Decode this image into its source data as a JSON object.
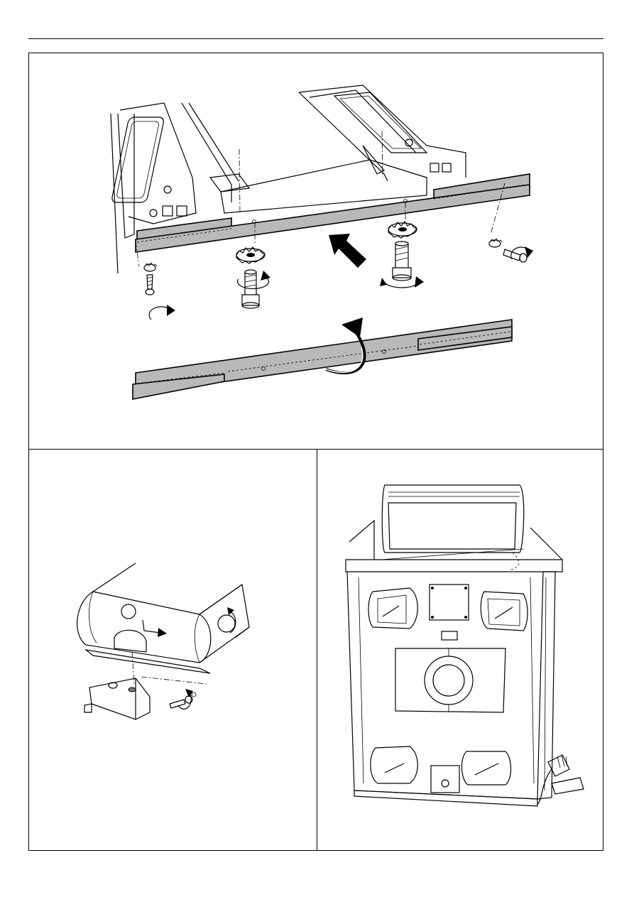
{
  "document": {
    "header_rule": "",
    "panels": [
      {
        "id": "plinth-mounting",
        "caption": ""
      },
      {
        "id": "door-hinge-detail",
        "caption": ""
      },
      {
        "id": "appliance-back-view",
        "caption": ""
      }
    ]
  },
  "icons": [
    "rotate-clockwise-icon",
    "push-arrow-icon",
    "flip-arrow-icon"
  ]
}
